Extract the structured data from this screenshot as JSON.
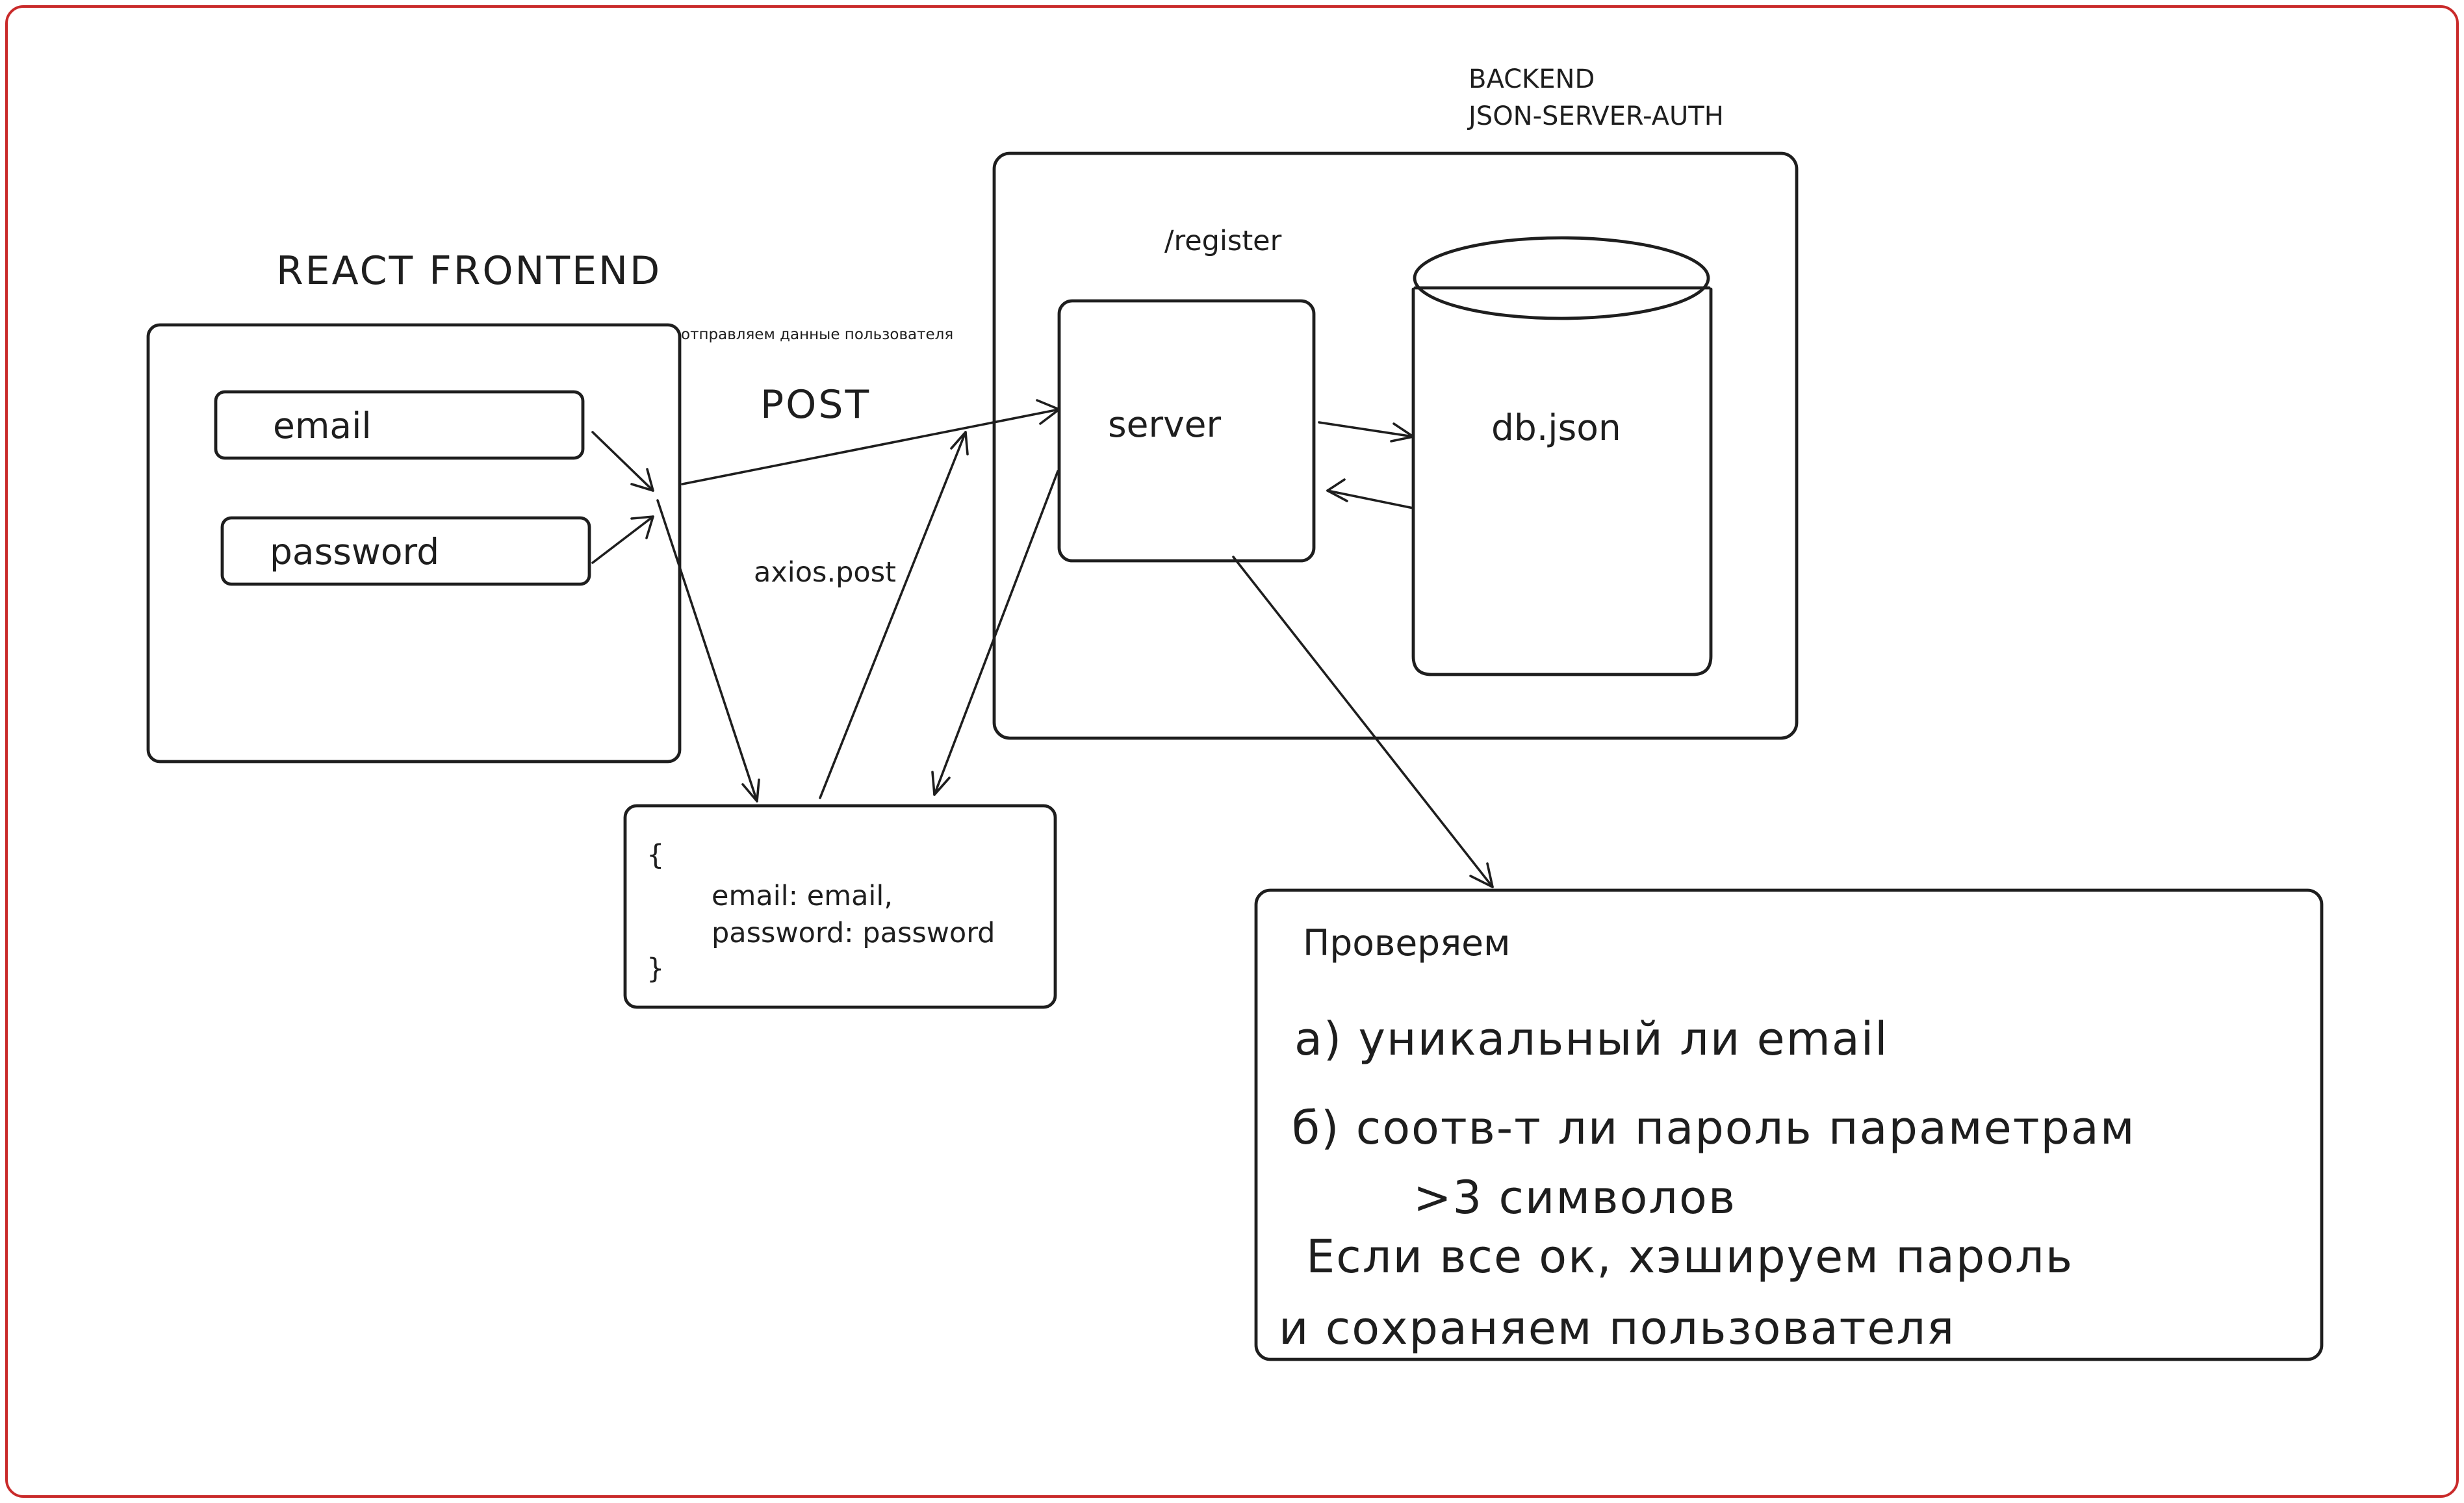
{
  "diagram": {
    "frontend_title": "REACT FRONTEND",
    "backend_title_line1": "BACKEND",
    "backend_title_line2": "JSON-SERVER-AUTH",
    "email_field": "email",
    "password_field": "password",
    "send_note": "отправляем данные пользователя",
    "method": "POST",
    "call": "axios.post",
    "route": "/register",
    "server": "server",
    "database": "db.json",
    "payload": {
      "open": "{",
      "line1": "email: email,",
      "line2": "password: password",
      "close": "}"
    },
    "check": {
      "heading": "Проверяем",
      "item_a": "а) уникальный ли email",
      "item_b": "б) соотв-т ли пароль параметрам",
      "item_b_detail": ">3 символов",
      "result_line1": "Если все ок, хэшируем пароль",
      "result_line2": "и сохраняем пользователя"
    },
    "colors": {
      "frame": "#c92a2a",
      "stroke": "#1e1e1e",
      "background": "#ffffff"
    }
  }
}
